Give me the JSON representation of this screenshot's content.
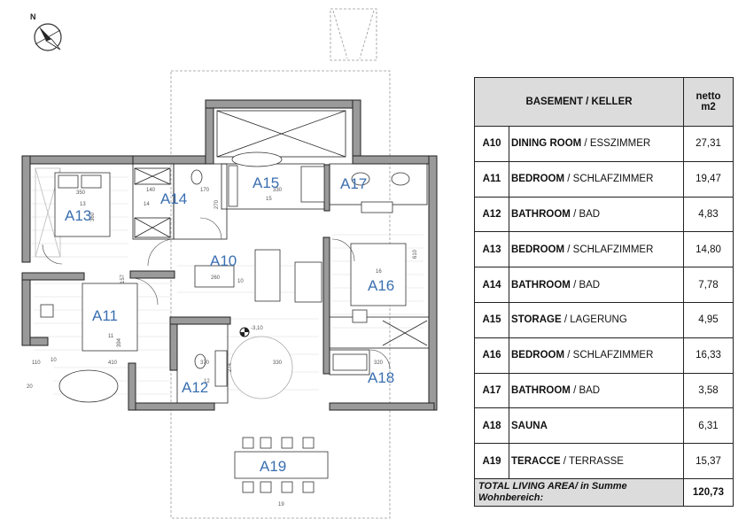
{
  "compass": {
    "north_label": "N"
  },
  "plan": {
    "rooms": [
      {
        "id": "A10",
        "label": "A10"
      },
      {
        "id": "A11",
        "label": "A11"
      },
      {
        "id": "A12",
        "label": "A12"
      },
      {
        "id": "A13",
        "label": "A13"
      },
      {
        "id": "A14",
        "label": "A14"
      },
      {
        "id": "A15",
        "label": "A15"
      },
      {
        "id": "A16",
        "label": "A16"
      },
      {
        "id": "A17",
        "label": "A17"
      },
      {
        "id": "A18",
        "label": "A18"
      },
      {
        "id": "A19",
        "label": "A19"
      }
    ],
    "dims": [
      "350",
      "13",
      "360",
      "140",
      "170",
      "14",
      "330",
      "15",
      "270",
      "16",
      "610",
      "260",
      "10",
      "157",
      "11",
      "394",
      "410",
      "110",
      "10",
      "20",
      "370",
      "274",
      "330",
      "320",
      "12",
      "19",
      "-3,10"
    ]
  },
  "table": {
    "header_title": "BASEMENT / KELLER",
    "header_unit_line1": "netto",
    "header_unit_line2": "m2",
    "rows": [
      {
        "id": "A10",
        "name_bold": "DINING ROOM",
        "name_rest": " / ESSZIMMER",
        "value": "27,31"
      },
      {
        "id": "A11",
        "name_bold": "BEDROOM",
        "name_rest": " / SCHLAFZIMMER",
        "value": "19,47"
      },
      {
        "id": "A12",
        "name_bold": "BATHROOM",
        "name_rest": " / BAD",
        "value": "4,83"
      },
      {
        "id": "A13",
        "name_bold": "BEDROOM",
        "name_rest": " / SCHLAFZIMMER",
        "value": "14,80"
      },
      {
        "id": "A14",
        "name_bold": "BATHROOM",
        "name_rest": " / BAD",
        "value": "7,78"
      },
      {
        "id": "A15",
        "name_bold": "STORAGE",
        "name_rest": " / LAGERUNG",
        "value": "4,95"
      },
      {
        "id": "A16",
        "name_bold": "BEDROOM",
        "name_rest": " / SCHLAFZIMMER",
        "value": "16,33"
      },
      {
        "id": "A17",
        "name_bold": "BATHROOM",
        "name_rest": " / BAD",
        "value": "3,58"
      },
      {
        "id": "A18",
        "name_bold": "SAUNA",
        "name_rest": "",
        "value": "6,31"
      },
      {
        "id": "A19",
        "name_bold": "TERACCE",
        "name_rest": " / TERRASSE",
        "value": "15,37"
      }
    ],
    "total_label": "TOTAL LIVING AREA/ in Summe Wohnbereich:",
    "total_value": "120,73"
  }
}
